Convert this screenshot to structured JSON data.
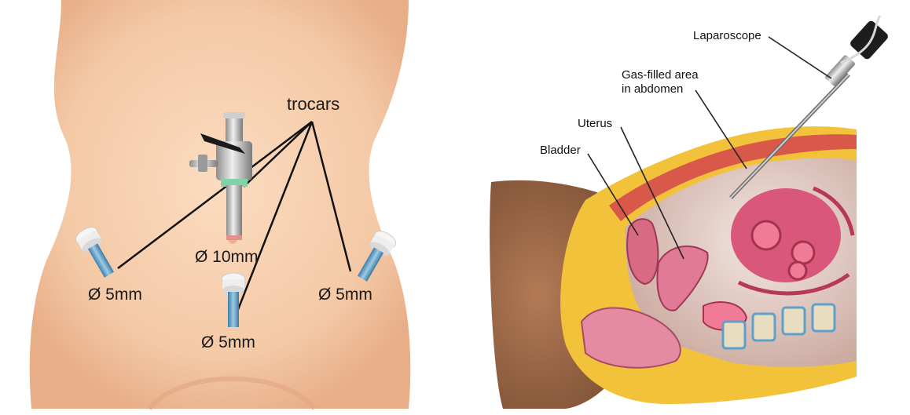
{
  "left_panel": {
    "group_label": "trocars",
    "trocars": [
      {
        "size_label": "Ø 10mm"
      },
      {
        "size_label": "Ø 5mm"
      },
      {
        "size_label": "Ø 5mm"
      },
      {
        "size_label": "Ø 5mm"
      }
    ]
  },
  "right_panel": {
    "labels": {
      "laparoscope": "Laparoscope",
      "gas_area_line1": "Gas-filled area",
      "gas_area_line2": "in abdomen",
      "uterus": "Uterus",
      "bladder": "Bladder"
    }
  },
  "colors": {
    "skin": "#f6cfae",
    "skin_shadow": "#e9ac86",
    "trocar_blue": "#5a9ec8",
    "fat_yellow": "#f2c23a",
    "organ_pink": "#d9577a"
  }
}
